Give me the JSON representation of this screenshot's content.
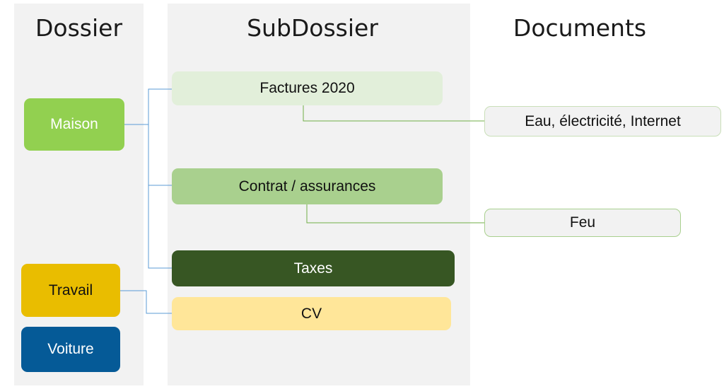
{
  "columns": {
    "dossier": "Dossier",
    "subdossier": "SubDossier",
    "documents": "Documents"
  },
  "dossiers": {
    "maison": "Maison",
    "travail": "Travail",
    "voiture": "Voiture"
  },
  "subdossiers": {
    "factures": "Factures 2020",
    "contrat": "Contrat / assurances",
    "taxes": "Taxes",
    "cv": "CV"
  },
  "documents": {
    "eau": "Eau, électricité, Internet",
    "feu": "Feu"
  },
  "colors": {
    "maison": "#92d050",
    "travail": "#e9bd00",
    "voiture": "#055a97",
    "factures": "#e2efda",
    "contrat": "#a9d08e",
    "taxes": "#375623",
    "cv": "#ffe699",
    "connector_blue": "#5b9bd5",
    "connector_green": "#70ad47"
  }
}
